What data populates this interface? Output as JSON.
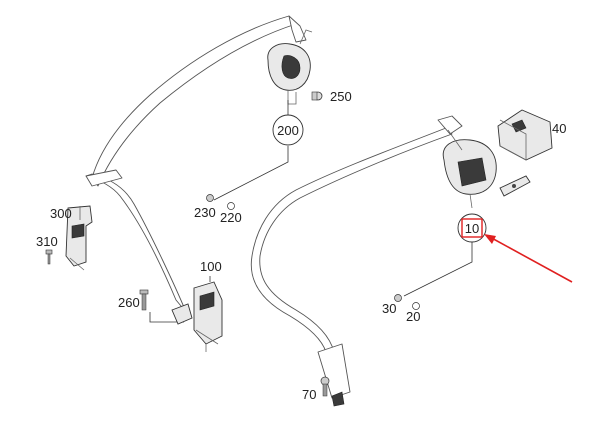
{
  "diagram": {
    "callouts": {
      "c200": "200",
      "c250": "250",
      "c230": "230",
      "c220": "220",
      "c300": "300",
      "c310": "310",
      "c100": "100",
      "c260": "260",
      "c40": "40",
      "c10": "10",
      "c30": "30",
      "c20": "20",
      "c70": "70"
    },
    "highlight_color": "#e02020",
    "line_color": "#333333"
  }
}
